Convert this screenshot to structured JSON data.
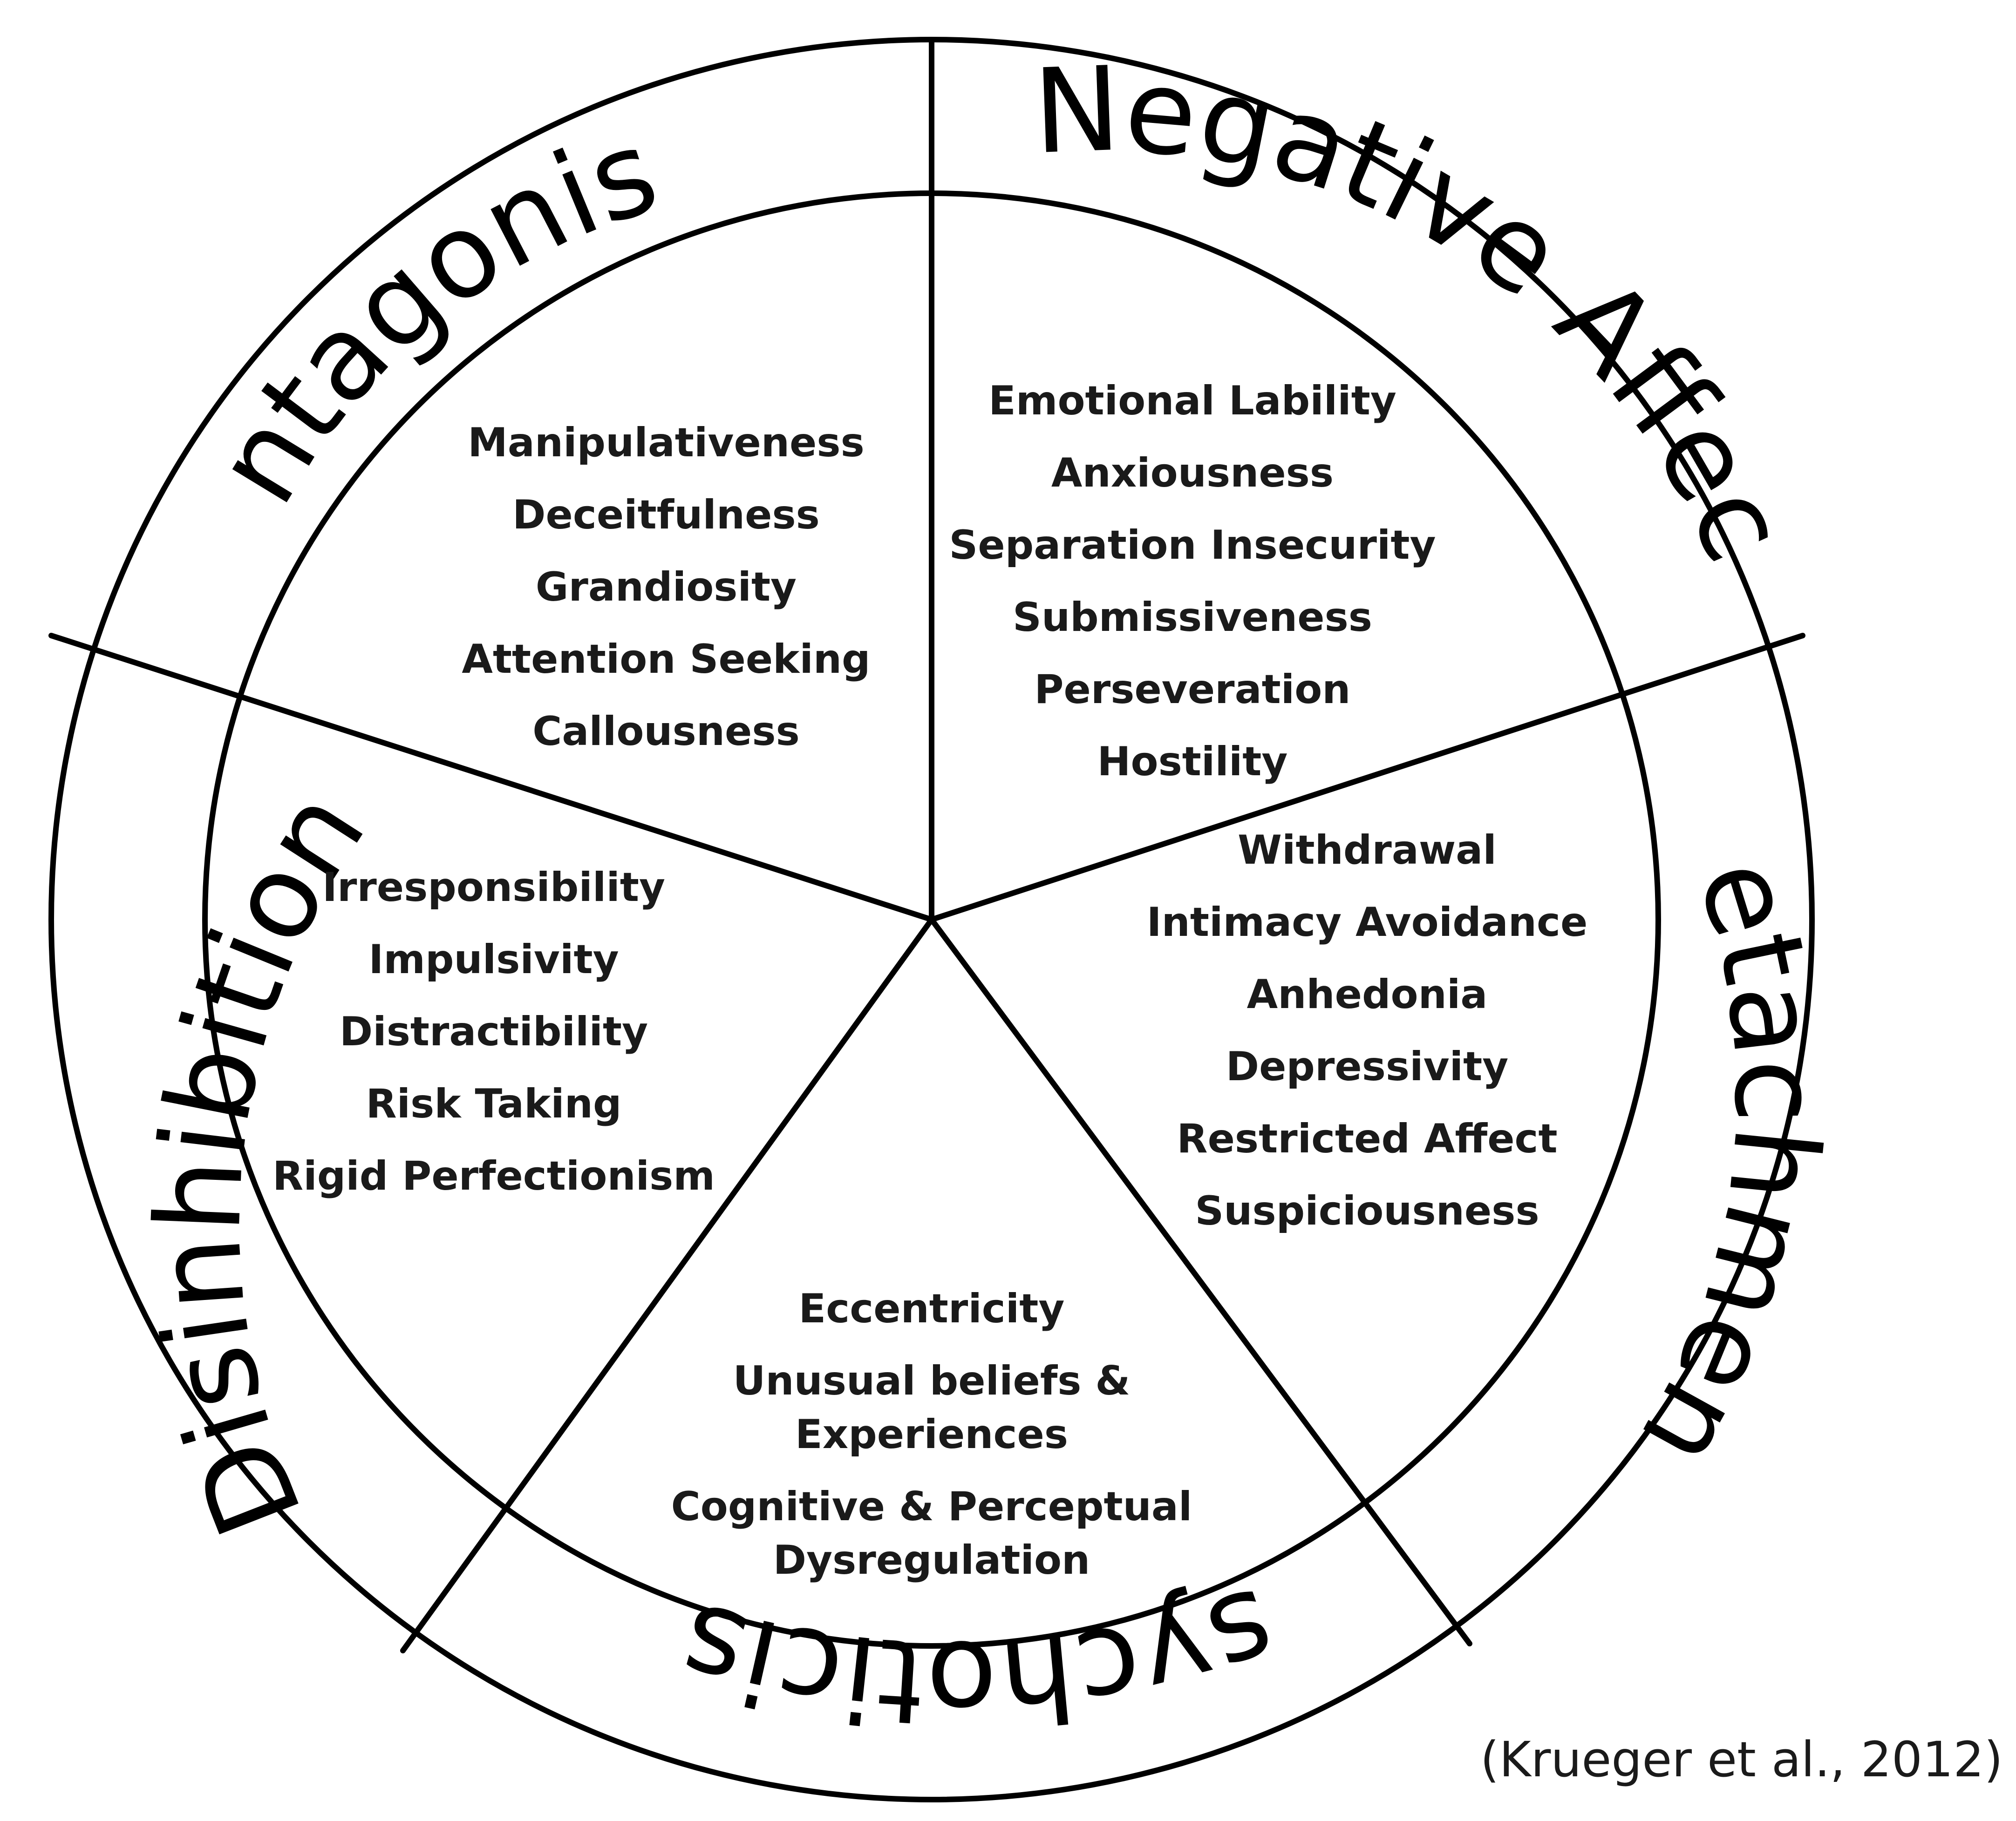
{
  "domains": [
    {
      "name": "Antagonism",
      "facets": [
        "Manipulativeness",
        "Deceitfulness",
        "Grandiosity",
        "Attention Seeking",
        "Callousness"
      ]
    },
    {
      "name": "Negative Affect",
      "facets": [
        "Emotional Lability",
        "Anxiousness",
        "Separation Insecurity",
        "Submissiveness",
        "Perseveration",
        "Hostility"
      ]
    },
    {
      "name": "Detachment",
      "facets": [
        "Withdrawal",
        "Intimacy Avoidance",
        "Anhedonia",
        "Depressivity",
        "Restricted Affect",
        "Suspiciousness"
      ]
    },
    {
      "name": "Psychoticism",
      "facets": [
        "Eccentricity",
        "Unusual beliefs &",
        "Experiences",
        "Cognitive & Perceptual",
        "Dysregulation"
      ]
    },
    {
      "name": "Disinhibition",
      "facets": [
        "Irresponsibility",
        "Impulsivity",
        "Distractibility",
        "Risk Taking",
        "Rigid Perfectionism"
      ]
    }
  ],
  "citation": "(Krueger et al., 2012)",
  "colors": {
    "stroke": "#000000",
    "text": "#1a1a1a",
    "background": "#ffffff"
  }
}
